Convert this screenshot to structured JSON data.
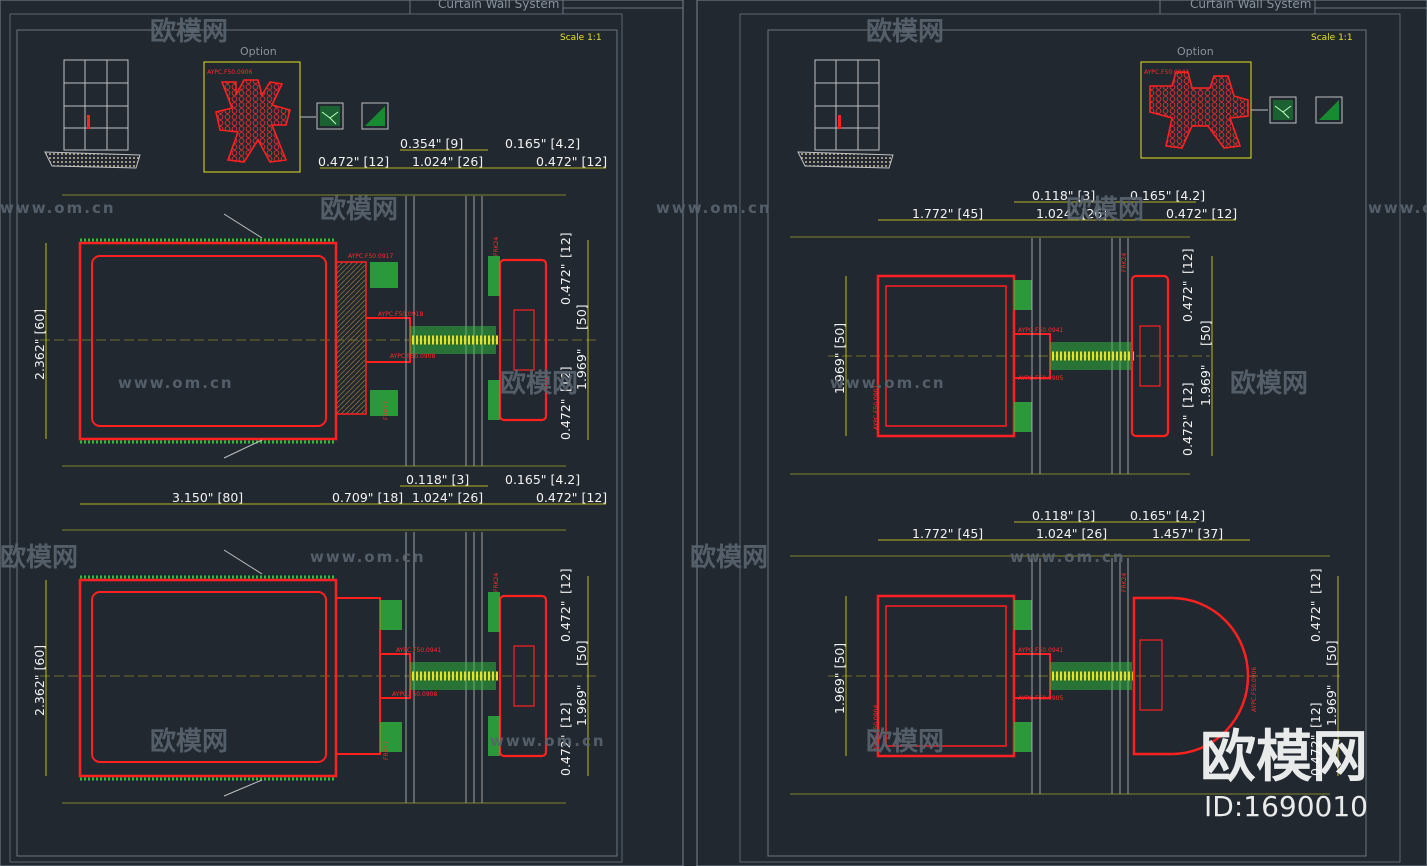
{
  "sheets": [
    {
      "title": "Curtain Wall System",
      "scale": "Scale 1:1",
      "option_label": "Option",
      "option_tag": "AYPC.F50.0906",
      "details": [
        {
          "top_dims": [
            "0.354\" [9]",
            "0.165\" [4.2]",
            "0.472\" [12]",
            "1.024\" [26]",
            "0.472\" [12]"
          ],
          "left_dim": "2.362\" [60]",
          "right_dims": [
            "[12]",
            "0.472\"",
            "[50]",
            "1.969\"",
            "[12]",
            "0.472\""
          ],
          "part_labels": [
            "AYPC.F50.0917",
            "AYPC.F50.0918",
            "AYPC.F50.0908",
            "FRK17",
            "FRK24"
          ]
        },
        {
          "top_dims": [
            "0.118\" [3]",
            "0.165\" [4.2]",
            "3.150\" [80]",
            "0.709\" [18]",
            "1.024\" [26]",
            "0.472\" [12]"
          ],
          "left_dim": "2.362\" [60]",
          "right_dims": [
            "[12]",
            "0.472\"",
            "[50]",
            "1.969\"",
            "[12]",
            "0.472\""
          ],
          "part_labels": [
            "AYPC.F50.0941",
            "AYPC.F50.0908",
            "FRK17",
            "FRK24"
          ]
        }
      ]
    },
    {
      "title": "Curtain Wall System",
      "scale": "Scale 1:1",
      "option_label": "Option",
      "option_tag": "AYPC.F50.0941",
      "details": [
        {
          "top_dims": [
            "0.118\" [3]",
            "0.165\" [4.2]",
            "1.772\" [45]",
            "1.024\" [26]",
            "0.472\" [12]"
          ],
          "left_dim": "1.969\" [50]",
          "right_dims": [
            "[12]",
            "0.472\"",
            "[50]",
            "1.969\"",
            "[12]",
            "0.472\""
          ],
          "part_labels": [
            "AYPC.F50.0941",
            "AYPC.F50.0905",
            "AYPC.F50.0901",
            "FRK24"
          ]
        },
        {
          "top_dims": [
            "0.118\" [3]",
            "0.165\" [4.2]",
            "1.772\" [45]",
            "1.024\" [26]",
            "1.457\" [37]"
          ],
          "left_dim": "1.969\" [50]",
          "right_dims": [
            "[12]",
            "0.472\"",
            "[50]",
            "1.969\"",
            "[12]",
            "0.472\""
          ],
          "part_labels": [
            "AYPC.F50.0941",
            "AYPC.F50.0905",
            "AYPC.F50.0904",
            "AYPC.F50.0906",
            "FRK24"
          ]
        }
      ]
    }
  ],
  "watermark": {
    "url": "www.om.cn",
    "brand_small": "欧模网",
    "brand_large": "欧模网",
    "id": "ID:1690010"
  },
  "colors": {
    "background": "#212830",
    "profile_red": "#ff2020",
    "gasket_green": "#2fbf3f",
    "dimension_yellow": "#e8e020",
    "frame_gray": "#6c7480",
    "text_white": "#f2f2f2"
  }
}
